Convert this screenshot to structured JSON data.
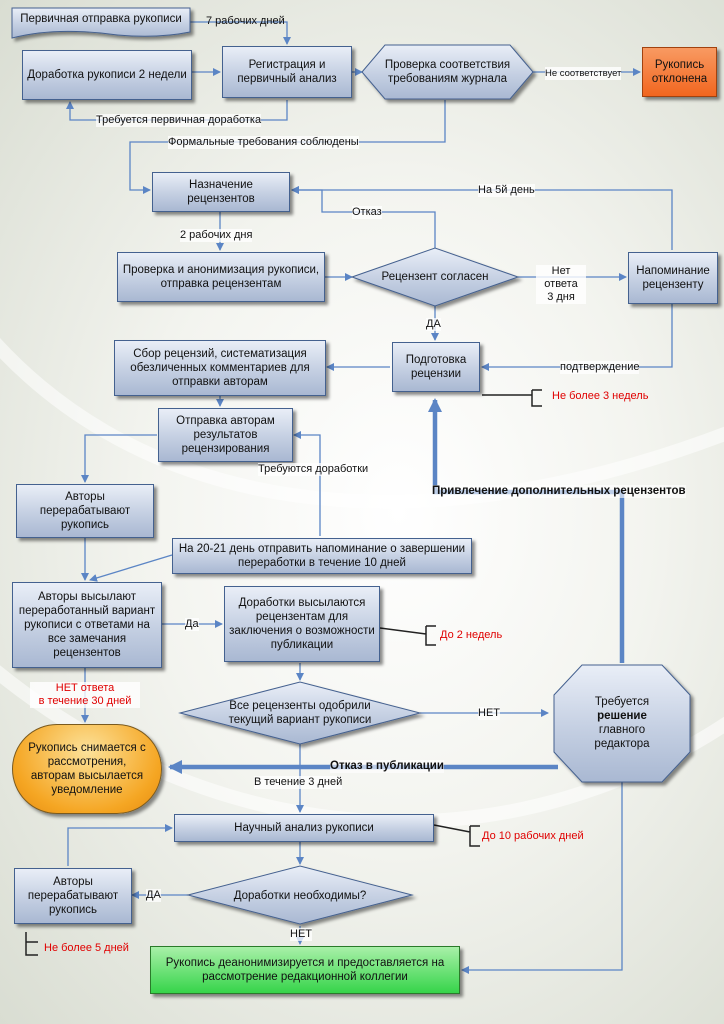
{
  "nodes": {
    "initial_submission": "Первичная отправка рукописи",
    "revision_2_weeks": "Доработка рукописи 2 недели",
    "registration": "Регистрация и первичный анализ",
    "compliance_check": "Проверка соответствия требованиям журнала",
    "rejected": "Рукопись отклонена",
    "assign_reviewers": "Назначение рецензентов",
    "anonymize_send": "Проверка и анонимизация рукописи, отправка рецензентам",
    "reviewer_agreed": "Рецензент согласен",
    "reminder": "Напоминание рецензенту",
    "collect_reviews": "Сбор рецензий, систематизация обезличенных комментариев для отправки авторам",
    "prepare_review": "Подготовка рецензии",
    "send_results": "Отправка авторам результатов рецензирования",
    "authors_revise_1": "Авторы перерабатывают рукопись",
    "reminder_day_20": "На 20-21 день отправить напоминание о завершении переработки в течение 10 дней",
    "authors_send_revised": "Авторы высылают переработанный вариант рукописи с ответами на все замечания рецензентов",
    "revisions_to_reviewers": "Доработки высылаются рецензентам для заключения о возможности публикации",
    "all_approved": "Все рецензенты одобрили текущий вариант рукописи",
    "editor_decision_pre": "Требуется",
    "editor_decision_bold": "решение",
    "editor_decision_post": "главного редактора",
    "withdrawn": "Рукопись снимается с рассмотрения, авторам высылается уведомление",
    "scientific_analysis": "Научный анализ рукописи",
    "revisions_needed": "Доработки необходимы?",
    "authors_revise_2": "Авторы перерабатывают рукопись",
    "final": "Рукопись деанонимизируется и предоставляется на рассмотрение редакционной коллегии"
  },
  "labels": {
    "seven_days": "7 рабочих дней",
    "needs_initial_revision": "Требуется первичная доработка",
    "not_compliant": "Не соответствует",
    "formal_ok": "Формальные требования соблюдены",
    "on_day_5": "На 5й день",
    "refusal": "Отказ",
    "two_days": "2 рабочих дня",
    "no_answer_line1": "Нет ответа",
    "no_answer_line2": "3 дня",
    "yes_caps": "ДА",
    "confirmation": "подтверждение",
    "no_more_3_weeks": "Не более 3 недель",
    "extra_reviewers": "Привлечение дополнительных рецензентов",
    "revisions_required": "Требуются доработки",
    "yes": "Да",
    "up_to_2_weeks": "До 2 недель",
    "no_answer_30_line1": "НЕТ ответа",
    "no_answer_30_line2": "в течение 30 дней",
    "no_caps": "НЕТ",
    "publication_refusal": "Отказ в публикации",
    "within_3_days": "В течение 3 дней",
    "up_to_10_days": "До 10 рабочих дней",
    "yes_caps_2": "ДА",
    "no_caps_2": "НЕТ",
    "no_more_5_days": "Не более 5 дней"
  },
  "colors": {
    "box_border": "#44618f",
    "rejected_fill": "#f2661f",
    "withdrawn_fill": "#f5a623",
    "final_fill": "#36d44a",
    "arrow": "#5b85c5",
    "deadline_text": "#e00000"
  }
}
